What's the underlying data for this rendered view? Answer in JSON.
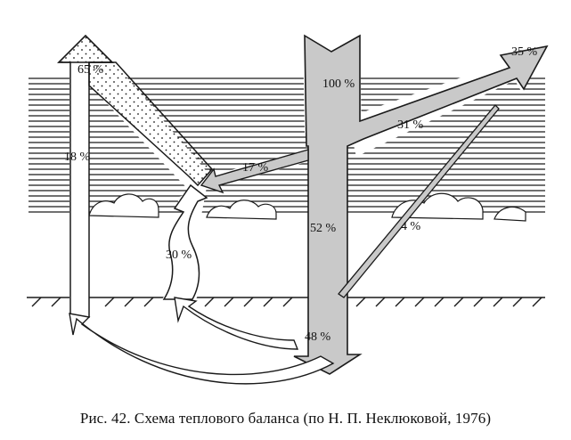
{
  "caption": "Рис. 42. Схема теплового баланса (по Н. П. Неклюковой, 1976)",
  "labels": {
    "incoming_total": "100 %",
    "reflected_space": "35 %",
    "reflected_atmosphere": "31 %",
    "absorbed_atmosphere_17": "17 %",
    "to_surface_52": "52 %",
    "reflected_surface_4": "4 %",
    "absorbed_surface_48": "48 %",
    "atmosphere_radiation_65": "65 %",
    "surface_radiation_18": "18 %",
    "convection_30": "30 %"
  },
  "colors": {
    "arrow_fill": "#c9c9c9",
    "stroke": "#1a1a1a",
    "dots": "#1a1a1a",
    "atmosphere_lines": "#1a1a1a",
    "background": "#ffffff"
  }
}
